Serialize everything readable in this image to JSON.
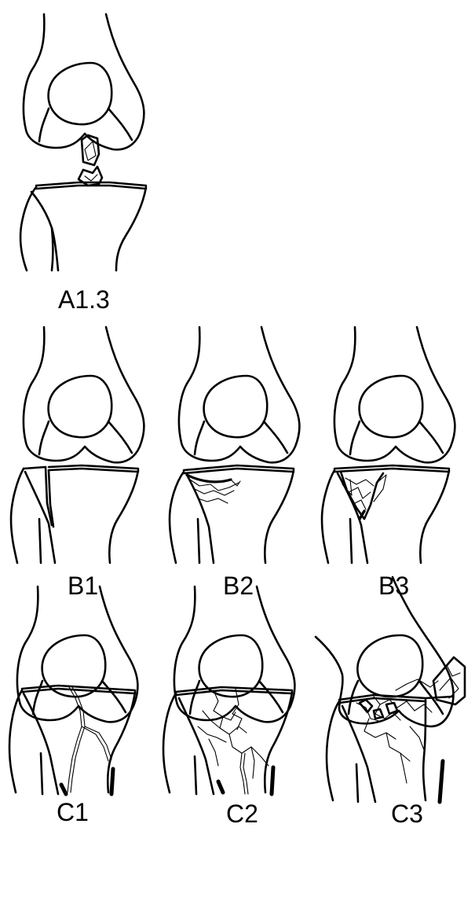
{
  "labels": {
    "a13": "A1.3",
    "b1": "B1",
    "b2": "B2",
    "b3": "B3",
    "c1": "C1",
    "c2": "C2",
    "c3": "C3"
  },
  "stroke_color": "#000000",
  "background_color": "#ffffff"
}
